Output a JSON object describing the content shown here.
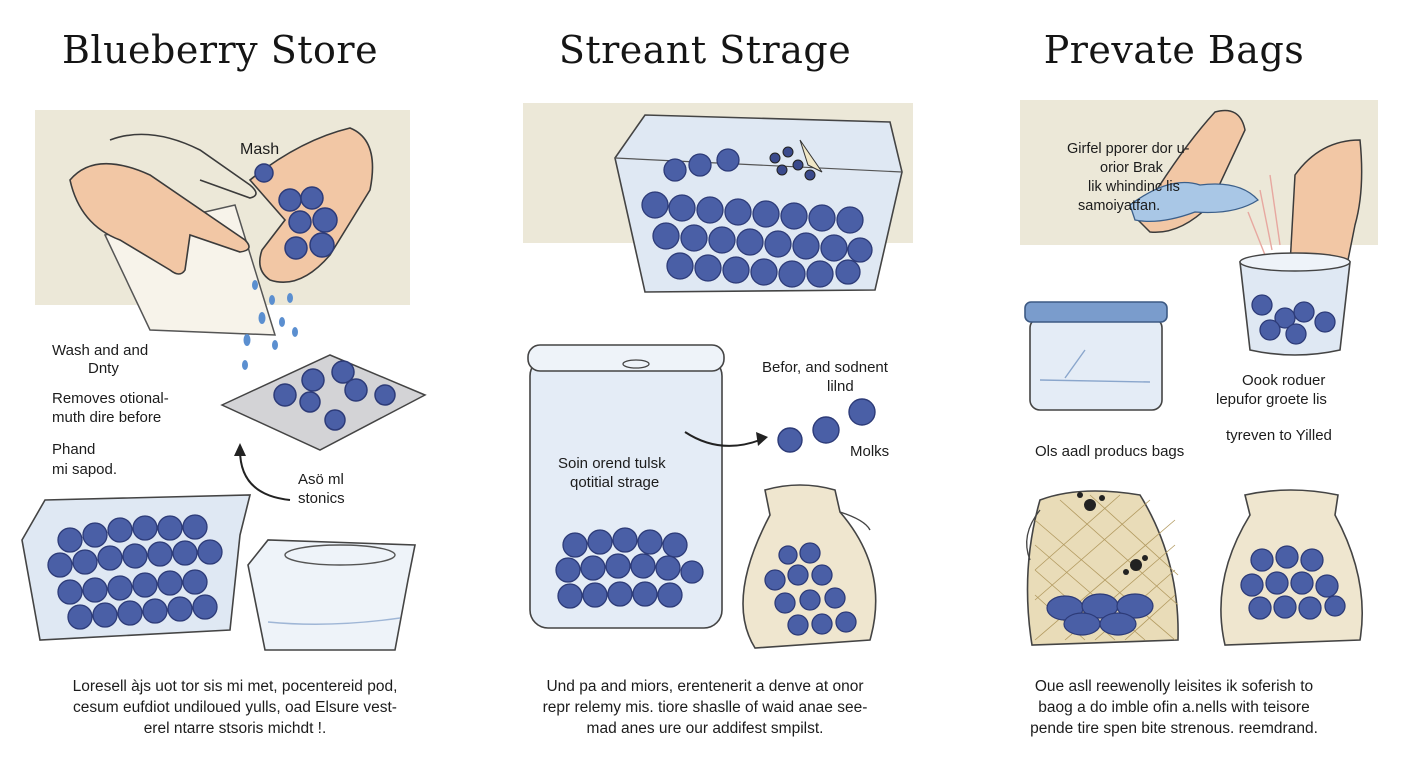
{
  "panels": [
    {
      "title": "Blueberry Store",
      "labels": {
        "mash": "Mash",
        "wash_1": "Wash and and",
        "wash_2": "Dnty",
        "removes_1": "Removes otional-",
        "removes_2": "muth dire before",
        "phand_1": "Phand",
        "phand_2": "mi sapod.",
        "also_1": "Asö ml",
        "also_2": "stonics"
      },
      "footer": [
        "Loresell àjs uot tor sis mi met, pocentereid pod,",
        "cesum eufdiot undiloued yulls, oad Elsure vest-",
        "erel ntarre stsoris michdt !."
      ]
    },
    {
      "title": "Streant Strage",
      "labels": {
        "before_1": "Befor, and sodnent",
        "before_2": "lilnd",
        "molks": "Molks",
        "sol_1": "Soin orend tulsk",
        "sol_2": "qotitial strage"
      },
      "footer": [
        "Und pa and miors, erentenerit a denve at onor",
        "repr relemy mis. tiore shaslle of waid anae see-",
        "mad anes ure our addifest smpilst."
      ]
    },
    {
      "title": "Prevate Bags",
      "labels": {
        "girfel_1": "Girfel pporer dor u-",
        "girfel_2": "orior Brak",
        "girfel_3": "lik whindinc lis",
        "girfel_4": "samoiyatfan.",
        "oook_1": "Oook roduer",
        "oook_2": "lepufor groete lis",
        "tyreven": "tyreven to Yilled",
        "ols": "Ols aadl producs bags"
      },
      "footer": [
        "Oue asll reewenolly leisites ik soferish to",
        "baog a do imble ofin a.nells with teisore",
        "pende tire spen bite strenous. reemdrand."
      ]
    }
  ],
  "colors": {
    "berry": "#4a5fa6",
    "berry_dark": "#2d3b78",
    "skin": "#f2c7a5",
    "backdrop": "#ece8d8",
    "container_glass": "#dfe8f3",
    "container_lid": "#7a9ccc",
    "linen_bag": "#efe6cf",
    "mesh_bag": "#e9dcb8",
    "water_drop": "#5b8fd0"
  }
}
